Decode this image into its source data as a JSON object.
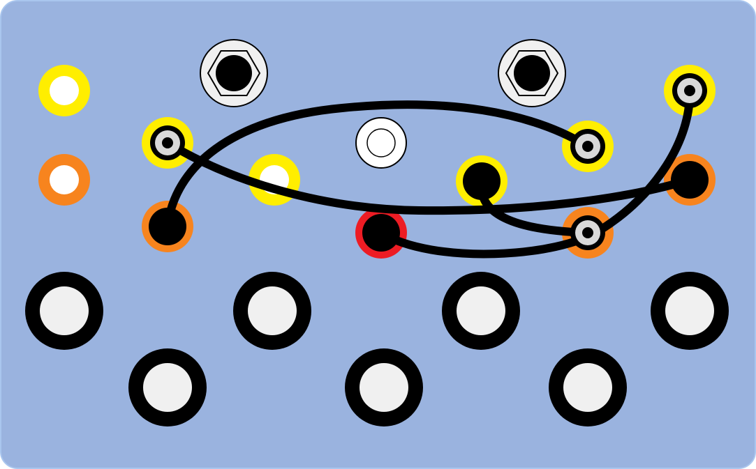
{
  "colors": {
    "board": "#9ab3df",
    "board_edge": "#a9c6ee",
    "yellow": "#ffee00",
    "orange": "#f7841e",
    "red": "#ed1c24",
    "black": "#000000",
    "white": "#ffffff",
    "gray": "#d9d9d9",
    "button_face": "#f0f0f0",
    "hex_outer": "#f0f0f0"
  },
  "ports": [
    {
      "id": "L1",
      "ring": "yellow",
      "center": "white"
    },
    {
      "id": "L2",
      "ring": "orange",
      "center": "white"
    },
    {
      "id": "A",
      "ring": "yellow",
      "center": "plugged-gray"
    },
    {
      "id": "B",
      "ring": "orange",
      "center": "plugged-black"
    },
    {
      "id": "C",
      "ring": "yellow",
      "center": "white"
    },
    {
      "id": "D",
      "ring": "red",
      "center": "plugged-black"
    },
    {
      "id": "E",
      "ring": "yellow",
      "center": "plugged-black"
    },
    {
      "id": "F",
      "ring": "yellow",
      "center": "plugged-gray"
    },
    {
      "id": "G",
      "ring": "orange",
      "center": "plugged-gray"
    },
    {
      "id": "H",
      "ring": "yellow",
      "center": "plugged-gray"
    },
    {
      "id": "I",
      "ring": "orange",
      "center": "plugged-black"
    }
  ],
  "hex_jacks": [
    {
      "id": "J1"
    },
    {
      "id": "J2"
    }
  ],
  "center_socket": {
    "id": "S",
    "state": "empty"
  },
  "cables": [
    {
      "from": "A",
      "to": "I"
    },
    {
      "from": "B",
      "to": "F"
    },
    {
      "from": "D",
      "to": "H"
    },
    {
      "from": "E",
      "to": "G"
    }
  ],
  "buttons": [
    {
      "id": "btn-1"
    },
    {
      "id": "btn-2"
    },
    {
      "id": "btn-3"
    },
    {
      "id": "btn-4"
    },
    {
      "id": "btn-5"
    },
    {
      "id": "btn-6"
    },
    {
      "id": "btn-7"
    }
  ]
}
